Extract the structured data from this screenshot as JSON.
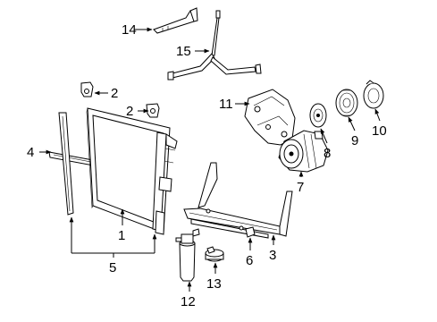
{
  "callouts": {
    "c1": "1",
    "c2a": "2",
    "c2b": "2",
    "c3": "3",
    "c4": "4",
    "c5": "5",
    "c6": "6",
    "c7": "7",
    "c8": "8",
    "c9": "9",
    "c10": "10",
    "c11": "11",
    "c12": "12",
    "c13": "13",
    "c14": "14",
    "c15": "15"
  }
}
